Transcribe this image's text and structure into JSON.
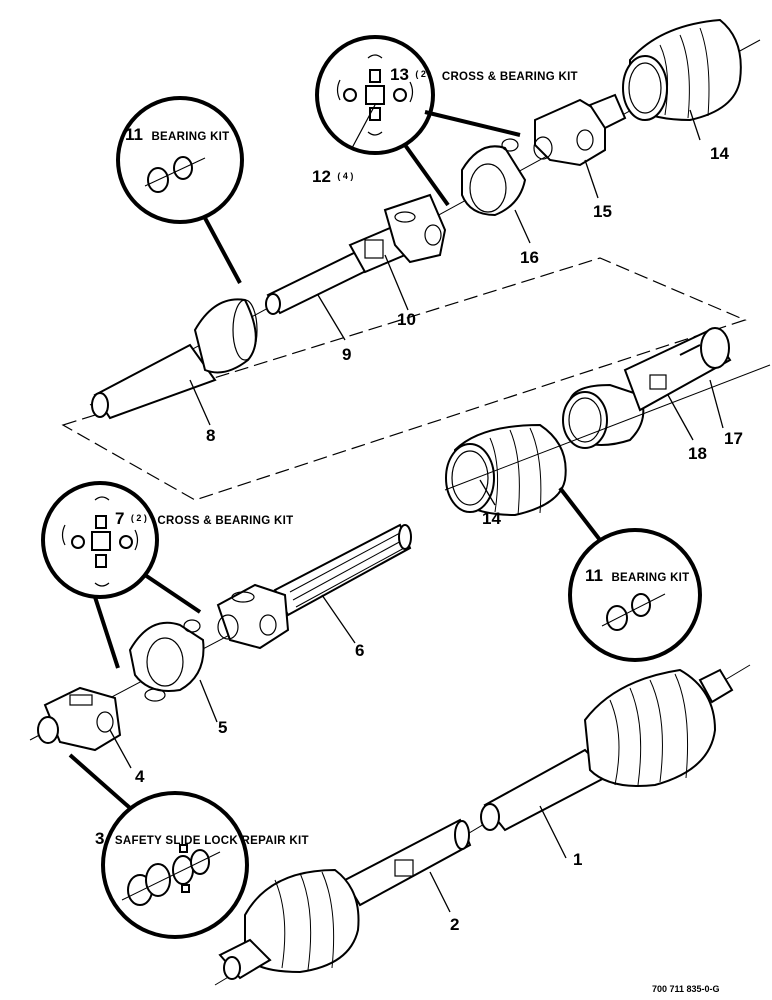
{
  "diagram": {
    "figure_id": "700 711 835-0-G",
    "callouts": [
      {
        "num": "1"
      },
      {
        "num": "2"
      },
      {
        "num": "4"
      },
      {
        "num": "5"
      },
      {
        "num": "6"
      },
      {
        "num": "8"
      },
      {
        "num": "9"
      },
      {
        "num": "10"
      },
      {
        "num": "14"
      },
      {
        "num": "14"
      },
      {
        "num": "15"
      },
      {
        "num": "16"
      },
      {
        "num": "17"
      },
      {
        "num": "18"
      }
    ],
    "kits": {
      "bearing_kit_top": {
        "num": "11",
        "label": "BEARING KIT"
      },
      "bearing_kit_right": {
        "num": "11",
        "label": "BEARING KIT"
      },
      "cross_kit_top": {
        "num": "13",
        "qty": "( 2 )",
        "label": "CROSS & BEARING KIT"
      },
      "cross_kit_top_sub": {
        "num": "12",
        "qty": "( 4 )"
      },
      "cross_kit_left": {
        "num": "7",
        "qty": "( 2 )",
        "label": "CROSS & BEARING KIT"
      },
      "slide_lock_kit": {
        "num": "3",
        "label": "SAFETY SLIDE LOCK REPAIR KIT"
      }
    }
  }
}
